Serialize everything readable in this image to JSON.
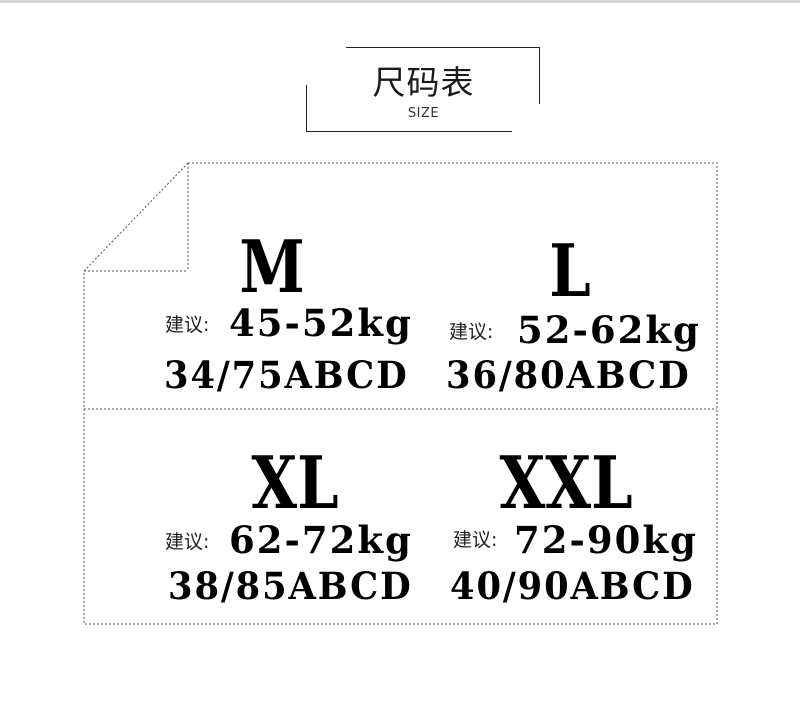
{
  "header": {
    "title": "尺码表",
    "subtitle": "SIZE"
  },
  "sizes": [
    {
      "size": "M",
      "advice_label": "建议:",
      "weight": "45-52kg",
      "bra": "34/75ABCD"
    },
    {
      "size": "L",
      "advice_label": "建议:",
      "weight": "52-62kg",
      "bra": "36/80ABCD"
    },
    {
      "size": "XL",
      "advice_label": "建议:",
      "weight": "62-72kg",
      "bra": "38/85ABCD"
    },
    {
      "size": "XXL",
      "advice_label": "建议:",
      "weight": "72-90kg",
      "bra": "40/90ABCD"
    }
  ],
  "colors": {
    "text": "#000000",
    "border": "#555555",
    "top_rule": "#d5dbdb"
  }
}
